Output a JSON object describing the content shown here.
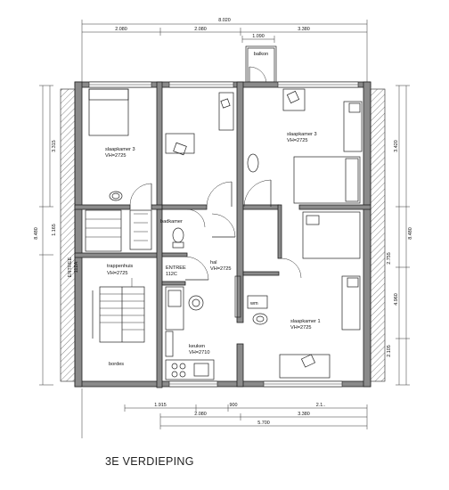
{
  "caption": "3E VERDIEPING",
  "rooms": {
    "slaapkamer_left": {
      "name": "slaapkamer 3",
      "vh": "VH=2725"
    },
    "slaapkamer_right_top": {
      "name": "slaapkamer 3",
      "vh": "VH=2725"
    },
    "slaapkamer_right_bottom": {
      "name": "slaapkamer 1",
      "vh": "VH=2725"
    },
    "balkon": {
      "name": "balkon"
    },
    "badkamer": {
      "name": "badkamer"
    },
    "trappenhuis": {
      "name": "trappenhuis",
      "vh": "VH=2725"
    },
    "entree_center": {
      "name": "ENTREE",
      "code": "112C"
    },
    "hal": {
      "name": "hal",
      "vh": "VH=2725"
    },
    "keuken": {
      "name": "keuken",
      "vh": "VH=2710"
    },
    "bordes": {
      "name": "bordes"
    },
    "wm": {
      "name": "wm"
    },
    "entree_side": {
      "name": "ENTREE",
      "code": "112A"
    }
  },
  "dimensions": {
    "top_total": "8.020",
    "top_segments": [
      "2.080",
      "2.080",
      "3.380"
    ],
    "balkon_width": "1.090",
    "bottom_segments_1": [
      "1.915",
      "900",
      "2.1.."
    ],
    "bottom_segments_2": [
      "2.080",
      "3.380"
    ],
    "bottom_total": "5.700",
    "left_overall": "8.480",
    "left_upper": "3.315",
    "left_mid": "1.165",
    "right_overall": "8.480",
    "right_upper": "3.420",
    "right_mid": "2.755",
    "right_lower": "4.960",
    "right_bottom": "2.105"
  }
}
